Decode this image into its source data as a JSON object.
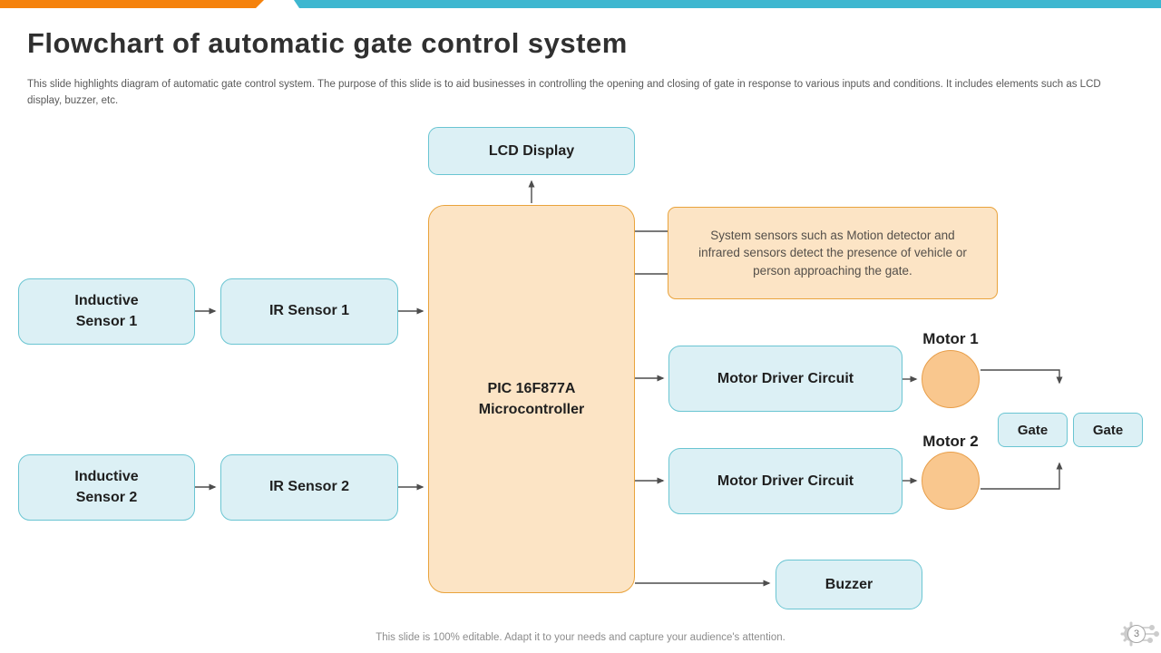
{
  "header": {
    "title": "Flowchart of automatic gate control system",
    "description": "This slide highlights diagram of automatic gate control system. The purpose of this slide is to aid businesses in controlling the opening and closing of gate in response to various inputs and conditions. It includes elements such as LCD display, buzzer,  etc."
  },
  "diagram": {
    "lcd": "LCD Display",
    "mcu": "PIC 16F877A Microcontroller",
    "note": "System sensors such as Motion detector and infrared sensors detect the presence of vehicle or person approaching the gate.",
    "inductive_sensor_1": "Inductive Sensor 1",
    "ir_sensor_1": "IR Sensor 1",
    "inductive_sensor_2": "Inductive Sensor 2",
    "ir_sensor_2": "IR Sensor 2",
    "motor_driver_circuit_1": "Motor Driver Circuit",
    "motor_driver_circuit_2": "Motor Driver Circuit",
    "motor_1": "Motor 1",
    "motor_2": "Motor 2",
    "gate_left": "Gate",
    "gate_right": "Gate",
    "buzzer": "Buzzer"
  },
  "footer": {
    "editable_note": "This slide is 100% editable. Adapt it to your needs and capture your audience's attention.",
    "page_number": "3"
  },
  "colors": {
    "accent_orange": "#F5820D",
    "accent_teal": "#3EB7D0",
    "box_blue_fill": "#DCF0F5",
    "box_blue_border": "#6AC5D2",
    "box_orange_fill": "#FCE4C5",
    "box_orange_border": "#E9A33C",
    "motor_circle_fill": "#F9C78E",
    "motor_circle_border": "#E89E49",
    "connector": "#4D4D4D",
    "title_text": "#303030",
    "body_text": "#595959",
    "footer_text": "#8C8C8C"
  }
}
